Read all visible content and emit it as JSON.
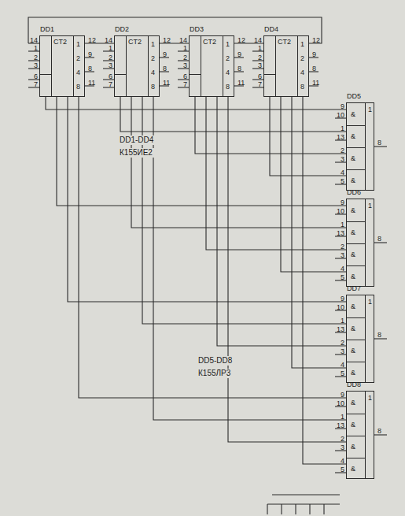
{
  "diagram": {
    "nodes": [
      {
        "text": [
          "DD1",
          "14",
          "1",
          "2",
          "3",
          "6",
          "7",
          "CT2",
          "1",
          "2",
          "4",
          "8",
          "12",
          "9",
          "8",
          "11"
        ]
      },
      {
        "text": [
          "DD2",
          "14",
          "1",
          "2",
          "3",
          "6",
          "7",
          "CT2",
          "1",
          "2",
          "4",
          "8",
          "12",
          "9",
          "8",
          "11"
        ]
      },
      {
        "text": [
          "DD3",
          "14",
          "1",
          "2",
          "3",
          "6",
          "7",
          "CT2",
          "1",
          "2",
          "4",
          "8",
          "12",
          "9",
          "8",
          "11"
        ]
      },
      {
        "text": [
          "DD4",
          "14",
          "1",
          "2",
          "3",
          "6",
          "7",
          "CT2",
          "1",
          "2",
          "4",
          "8",
          "12",
          "9",
          "8",
          "11"
        ]
      },
      {
        "text": [
          "DD5",
          "9",
          "10",
          "1",
          "13",
          "2",
          "3",
          "4",
          "5",
          "&",
          "&",
          "&",
          "&",
          "1",
          "8"
        ]
      },
      {
        "text": [
          "DD6",
          "9",
          "10",
          "1",
          "13",
          "2",
          "3",
          "4",
          "5",
          "&",
          "&",
          "&",
          "&",
          "1",
          "8"
        ]
      },
      {
        "text": [
          "DD7",
          "9",
          "10",
          "1",
          "13",
          "2",
          "3",
          "4",
          "5",
          "&",
          "&",
          "&",
          "&",
          "1",
          "8"
        ]
      },
      {
        "text": [
          "DD8",
          "9",
          "10",
          "1",
          "13",
          "2",
          "3",
          "4",
          "5",
          "&",
          "&",
          "&",
          "&",
          "1",
          "8"
        ]
      }
    ],
    "edges": [
      {
        "from": 0,
        "to": 1,
        "arrow": "none"
      },
      {
        "from": 1,
        "to": 2,
        "arrow": "none"
      },
      {
        "from": 2,
        "to": 3,
        "arrow": "none"
      },
      {
        "from": 0,
        "to": 4,
        "arrow": "none"
      },
      {
        "from": 1,
        "to": 4,
        "arrow": "none"
      },
      {
        "from": 2,
        "to": 4,
        "arrow": "none"
      },
      {
        "from": 3,
        "to": 4,
        "arrow": "none"
      },
      {
        "from": 0,
        "to": 5,
        "arrow": "none"
      },
      {
        "from": 1,
        "to": 5,
        "arrow": "none"
      },
      {
        "from": 2,
        "to": 5,
        "arrow": "none"
      },
      {
        "from": 3,
        "to": 5,
        "arrow": "none"
      },
      {
        "from": 0,
        "to": 6,
        "arrow": "none"
      },
      {
        "from": 1,
        "to": 6,
        "arrow": "none"
      },
      {
        "from": 2,
        "to": 6,
        "arrow": "none"
      },
      {
        "from": 3,
        "to": 6,
        "arrow": "none"
      },
      {
        "from": 0,
        "to": 7,
        "arrow": "none"
      },
      {
        "from": 1,
        "to": 7,
        "arrow": "none"
      },
      {
        "from": 2,
        "to": 7,
        "arrow": "none"
      },
      {
        "from": 3,
        "to": 7,
        "arrow": "none"
      }
    ],
    "labels": [
      "DD1-DD4",
      "К155ИЕ2",
      "DD5-DD8",
      "К155ЛР3"
    ]
  }
}
